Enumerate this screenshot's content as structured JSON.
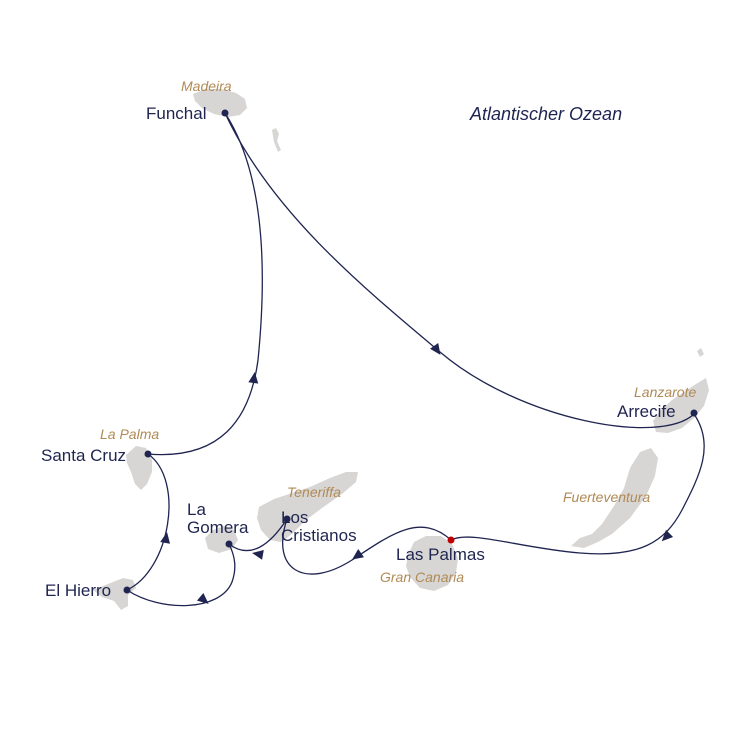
{
  "ocean": {
    "label": "Atlantischer Ozean"
  },
  "islands": {
    "madeira": "Madeira",
    "la_palma": "La Palma",
    "teneriffa": "Teneriffa",
    "gran_canaria": "Gran Canaria",
    "lanzarote": "Lanzarote",
    "fuerteventura": "Fuerteventura"
  },
  "ports": {
    "funchal": "Funchal",
    "santa_cruz": "Santa Cruz",
    "la_gomera_line1": "La",
    "la_gomera_line2": "Gomera",
    "los_cristianos_line1": "Los",
    "los_cristianos_line2": "Cristianos",
    "el_hierro": "El Hierro",
    "las_palmas": "Las Palmas",
    "arrecife": "Arrecife"
  },
  "colors": {
    "route": "#1f2550",
    "island": "#d8d6d4",
    "island_label": "#b08a55",
    "start_port": "#c00000"
  }
}
